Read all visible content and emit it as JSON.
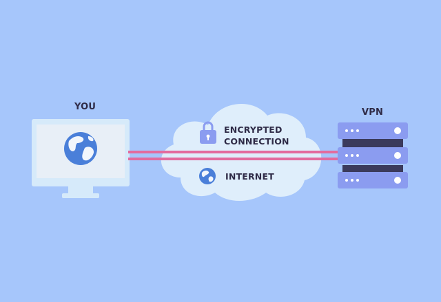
{
  "labels": {
    "you": "YOU",
    "vpn": "VPN",
    "encrypted_line1": "ENCRYPTED",
    "encrypted_line2": "CONNECTION",
    "internet": "INTERNET"
  },
  "icons": [
    "monitor-icon",
    "globe-icon",
    "lock-icon",
    "cloud-icon",
    "server-icon"
  ],
  "colors": {
    "background": "#a6c6fb",
    "monitor_frame": "#d6eafa",
    "monitor_screen": "#e8eff7",
    "globe_ocean": "#4a7fd9",
    "globe_land": "#f2f6fc",
    "cloud": "#dfeefb",
    "tunnel": "#e36b9e",
    "server_body": "#8b9cf0",
    "server_slot": "#3b3a5c",
    "server_light": "#ffffff",
    "lock": "#8b9cf0",
    "text": "#2f2b47"
  }
}
